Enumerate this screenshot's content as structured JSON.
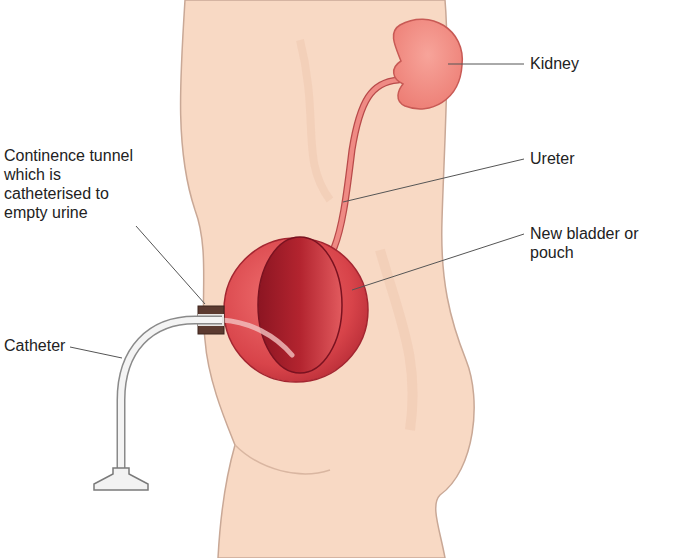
{
  "diagram": {
    "labels": [
      "Kidney",
      "Continence tunnel which is catheterised to empty urine",
      "Ureter",
      "New bladder or pouch",
      "Catheter"
    ]
  }
}
